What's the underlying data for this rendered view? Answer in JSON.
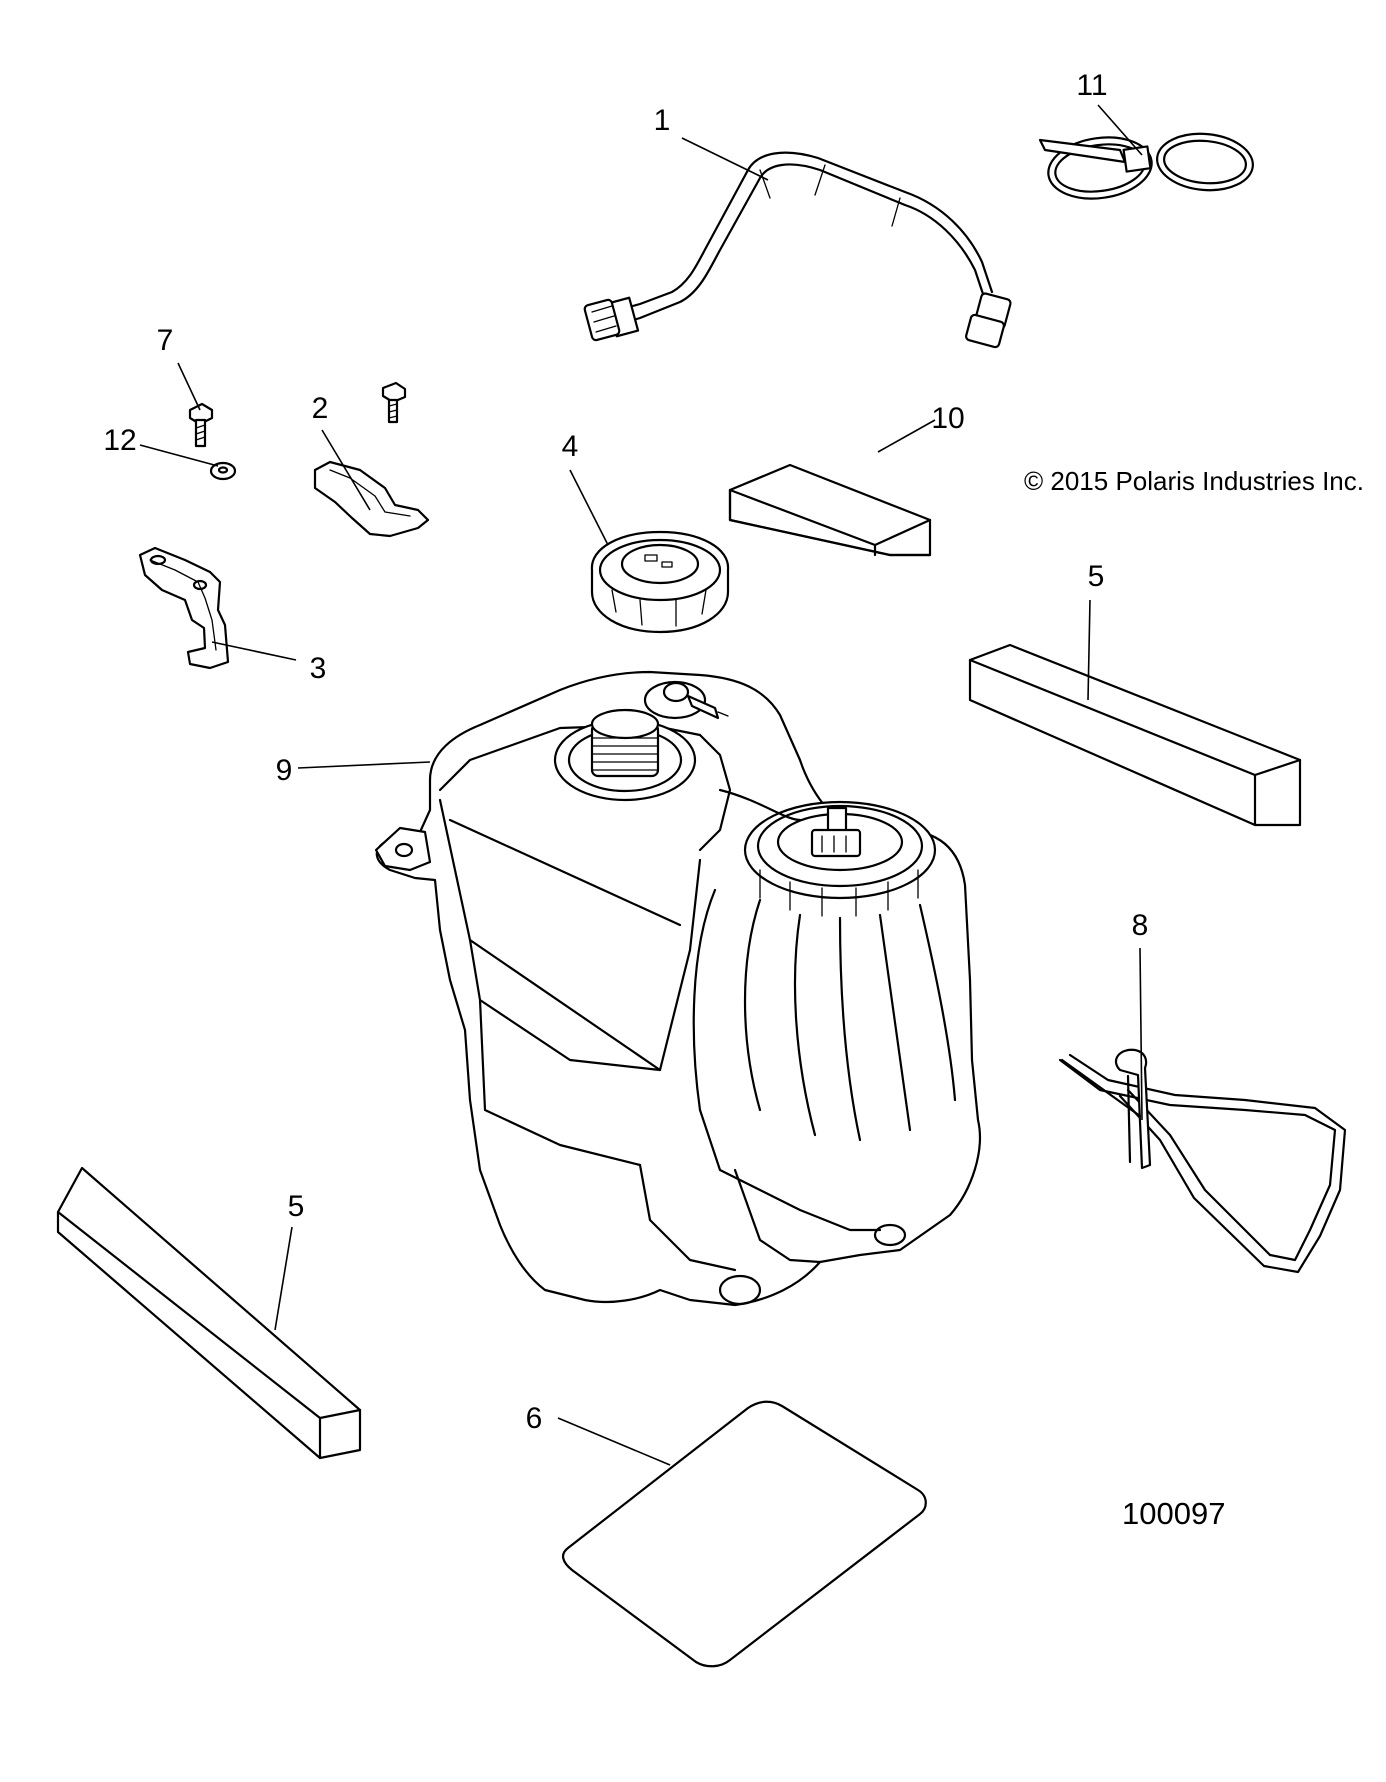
{
  "callouts": [
    {
      "id": "c1",
      "label": "1"
    },
    {
      "id": "c2",
      "label": "2"
    },
    {
      "id": "c3",
      "label": "3"
    },
    {
      "id": "c4",
      "label": "4"
    },
    {
      "id": "c5a",
      "label": "5"
    },
    {
      "id": "c5b",
      "label": "5"
    },
    {
      "id": "c6",
      "label": "6"
    },
    {
      "id": "c7",
      "label": "7"
    },
    {
      "id": "c8",
      "label": "8"
    },
    {
      "id": "c9",
      "label": "9"
    },
    {
      "id": "c10",
      "label": "10"
    },
    {
      "id": "c11",
      "label": "11"
    },
    {
      "id": "c12",
      "label": "12"
    }
  ],
  "copyright": "© 2015 Polaris Industries Inc.",
  "figure_number": "100097"
}
